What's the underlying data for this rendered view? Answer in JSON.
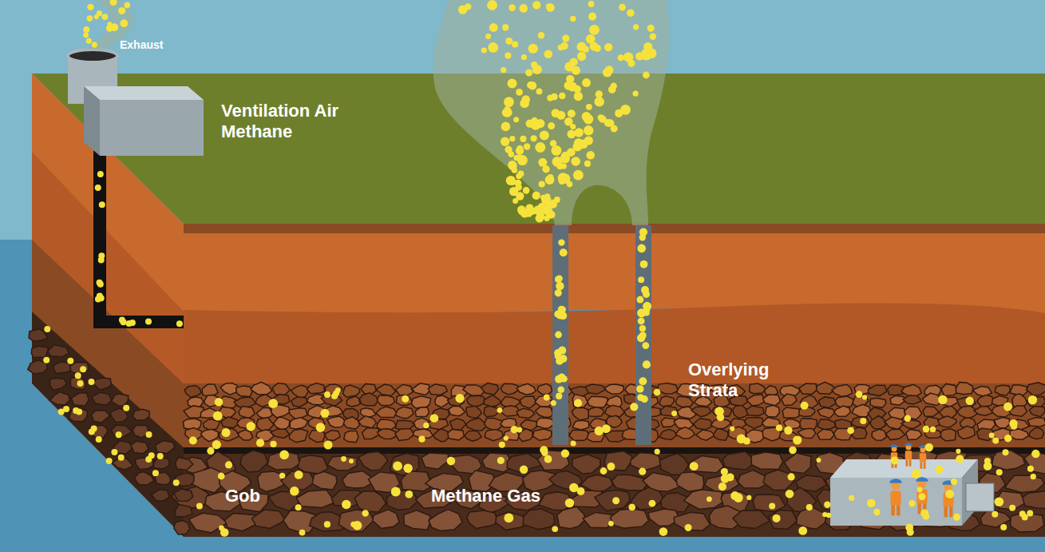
{
  "diagram": {
    "labels": [
      "Exhaust",
      "Ventilation Air Methane",
      "Overlying Strata",
      "Gob",
      "Methane Gas"
    ]
  }
}
